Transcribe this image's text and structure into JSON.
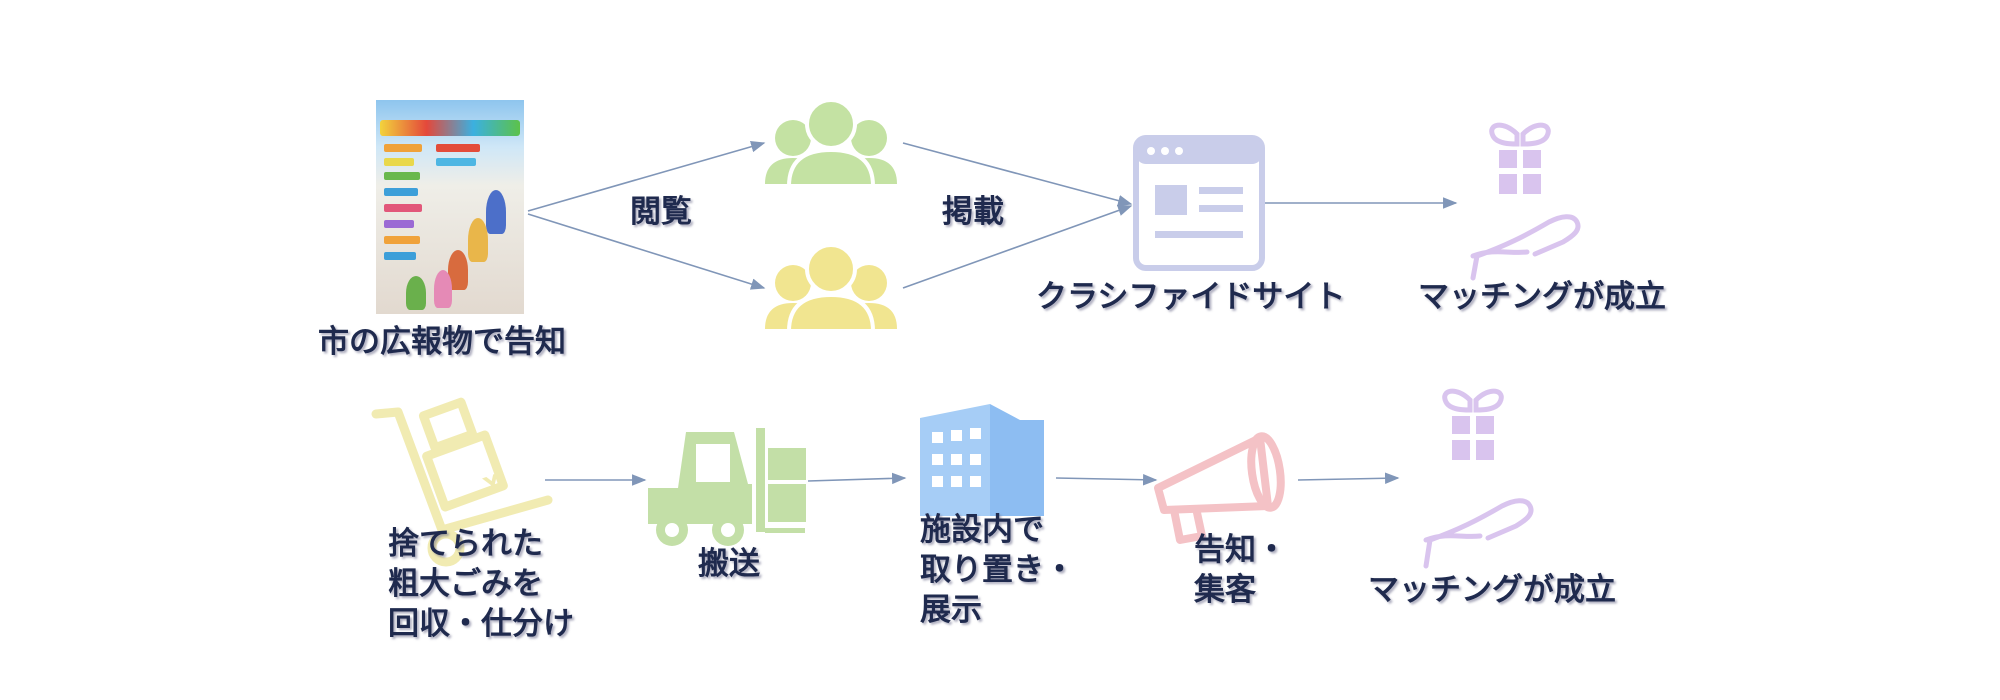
{
  "colors": {
    "arrow": "#8096b8",
    "people_green": "#c4e2a3",
    "people_yellow": "#f1e590",
    "website": "#c9cdea",
    "gift": "#d9c4ee",
    "cart": "#f1ebb2",
    "forklift": "#c3dfa7",
    "building": "#a6cdf6",
    "megaphone": "#f4c2c6",
    "label_text": "#1f2a4e"
  },
  "top_row": {
    "flyer": {
      "icon": "city-flyer-image",
      "label": "市の広報物で告知"
    },
    "people_top": {
      "icon": "people-group-icon"
    },
    "people_bottom": {
      "icon": "people-group-icon"
    },
    "browse_label": "閲覧",
    "post_label": "掲載",
    "website": {
      "icon": "website-icon",
      "label": "クラシファイドサイト"
    },
    "gift": {
      "icon": "gift-hand-icon",
      "label": "マッチングが成立"
    }
  },
  "bottom_row": {
    "collect": {
      "icon": "hand-truck-icon",
      "lines": [
        "捨てられた",
        "粗大ごみを",
        "回収・仕分け"
      ]
    },
    "transport": {
      "icon": "forklift-icon",
      "label": "搬送"
    },
    "facility": {
      "icon": "building-icon",
      "lines": [
        "施設内で",
        "取り置き・",
        "展示"
      ]
    },
    "announce": {
      "icon": "megaphone-icon",
      "lines": [
        "告知・",
        "集客"
      ]
    },
    "gift": {
      "icon": "gift-hand-icon",
      "label": "マッチングが成立"
    }
  }
}
